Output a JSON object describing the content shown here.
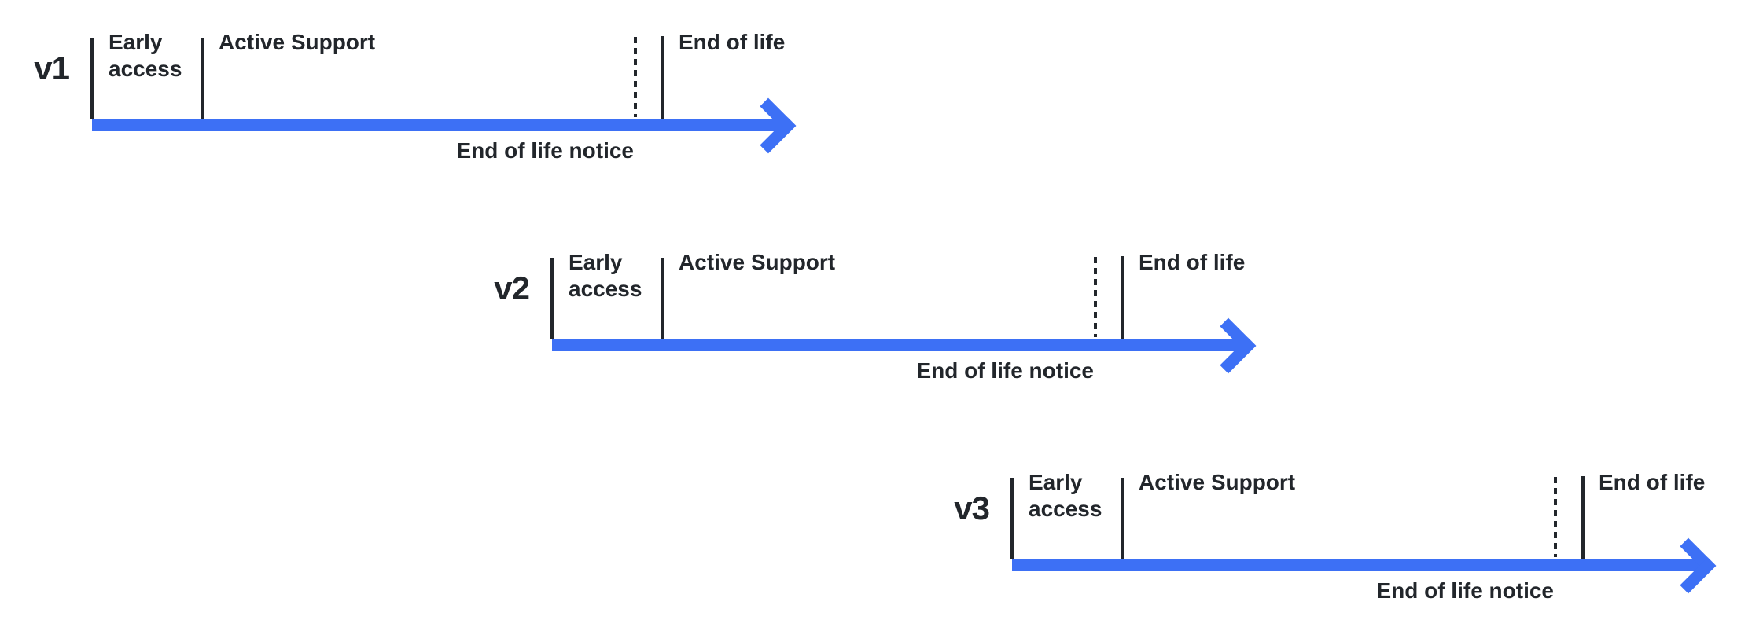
{
  "diagram": {
    "background_color": "#ffffff",
    "colors": {
      "arrow_blue": "#3d70f5",
      "ink": "#22262b"
    },
    "labels": {
      "early_access": "Early access",
      "active_support": "Active Support",
      "end_of_life": "End of life",
      "end_of_life_notice": "End of life notice"
    },
    "versions": [
      {
        "label": "v1"
      },
      {
        "label": "v2"
      },
      {
        "label": "v3"
      }
    ]
  }
}
